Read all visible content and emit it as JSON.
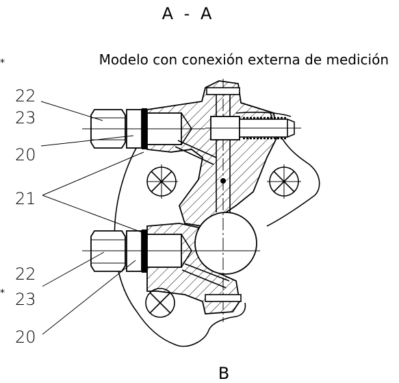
{
  "section_label": "A - A",
  "subtitle": "Modelo con conexión externa de medición",
  "view_label": "B",
  "callouts": {
    "top_22": "22",
    "top_23": "23",
    "top_20": "20",
    "mid_21": "21",
    "bottom_22": "22",
    "bottom_23": "23",
    "bottom_20": "20",
    "asterisk": "*"
  }
}
